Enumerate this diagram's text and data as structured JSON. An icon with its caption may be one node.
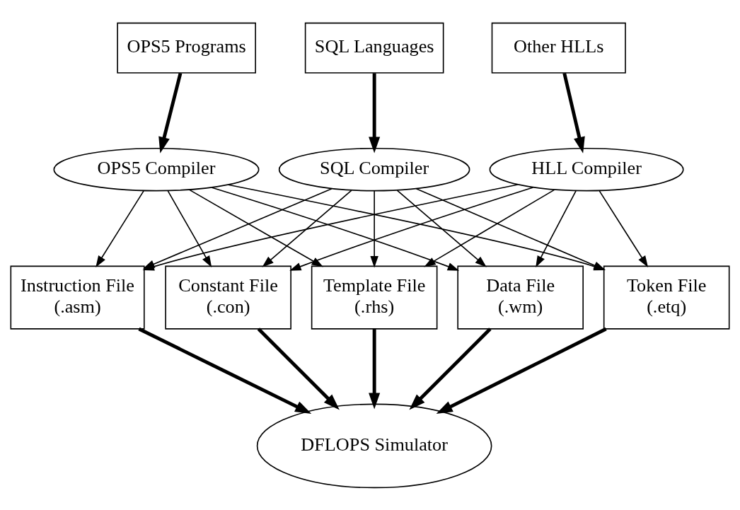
{
  "diagram": {
    "nodes": [
      {
        "text": [
          "OPS5 Programs"
        ]
      },
      {
        "text": [
          "SQL Languages"
        ]
      },
      {
        "text": [
          "Other HLLs"
        ]
      },
      {
        "text": [
          "OPS5 Compiler"
        ]
      },
      {
        "text": [
          "SQL Compiler"
        ]
      },
      {
        "text": [
          "HLL Compiler"
        ]
      },
      {
        "text": [
          "Instruction File (.asm)"
        ]
      },
      {
        "text": [
          "Constant File (.con)"
        ]
      },
      {
        "text": [
          "Template File (.rhs)"
        ]
      },
      {
        "text": [
          "Data File (.wm)"
        ]
      },
      {
        "text": [
          "Token File (.etq)"
        ]
      },
      {
        "text": [
          "DFLOPS Simulator"
        ]
      }
    ],
    "edges": [
      {
        "from": 0,
        "to": 3,
        "arrow": "to",
        "style": "thick"
      },
      {
        "from": 1,
        "to": 4,
        "arrow": "to",
        "style": "thick"
      },
      {
        "from": 2,
        "to": 5,
        "arrow": "to",
        "style": "thick"
      },
      {
        "from": 3,
        "to": 6,
        "arrow": "to"
      },
      {
        "from": 3,
        "to": 7,
        "arrow": "to"
      },
      {
        "from": 3,
        "to": 8,
        "arrow": "to"
      },
      {
        "from": 3,
        "to": 9,
        "arrow": "to"
      },
      {
        "from": 3,
        "to": 10,
        "arrow": "to"
      },
      {
        "from": 4,
        "to": 6,
        "arrow": "to"
      },
      {
        "from": 4,
        "to": 7,
        "arrow": "to"
      },
      {
        "from": 4,
        "to": 8,
        "arrow": "to"
      },
      {
        "from": 4,
        "to": 9,
        "arrow": "to"
      },
      {
        "from": 4,
        "to": 10,
        "arrow": "to"
      },
      {
        "from": 5,
        "to": 6,
        "arrow": "to"
      },
      {
        "from": 5,
        "to": 7,
        "arrow": "to"
      },
      {
        "from": 5,
        "to": 8,
        "arrow": "to"
      },
      {
        "from": 5,
        "to": 9,
        "arrow": "to"
      },
      {
        "from": 5,
        "to": 10,
        "arrow": "to"
      },
      {
        "from": 6,
        "to": 11,
        "arrow": "to",
        "style": "thick"
      },
      {
        "from": 7,
        "to": 11,
        "arrow": "to",
        "style": "thick"
      },
      {
        "from": 8,
        "to": 11,
        "arrow": "to",
        "style": "thick"
      },
      {
        "from": 9,
        "to": 11,
        "arrow": "to",
        "style": "thick"
      },
      {
        "from": 10,
        "to": 11,
        "arrow": "to",
        "style": "thick"
      }
    ]
  }
}
